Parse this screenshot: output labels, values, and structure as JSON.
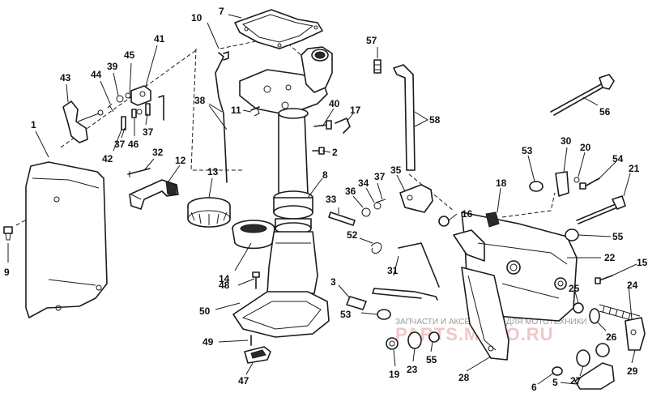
{
  "diagram": {
    "callouts": {
      "c1": "1",
      "c2": "2",
      "c3": "3",
      "c5": "5",
      "c6": "6",
      "c7": "7",
      "c8": "8",
      "c9": "9",
      "c10": "10",
      "c11": "11",
      "c12": "12",
      "c13": "13",
      "c14": "14",
      "c15": "15",
      "c16": "16",
      "c17": "17",
      "c18": "18",
      "c19": "19",
      "c20": "20",
      "c21": "21",
      "c22": "22",
      "c23": "23",
      "c24": "24",
      "c25": "25",
      "c26": "26",
      "c27": "27",
      "c28": "28",
      "c29": "29",
      "c30": "30",
      "c31": "31",
      "c32": "32",
      "c33": "33",
      "c34": "34",
      "c35": "35",
      "c36": "36",
      "c37a": "37",
      "c37b": "37",
      "c37c": "37",
      "c38": "38",
      "c39": "39",
      "c40": "40",
      "c41": "41",
      "c42": "42",
      "c43": "43",
      "c44": "44",
      "c45": "45",
      "c46": "46",
      "c47": "47",
      "c48": "48",
      "c49": "49",
      "c50": "50",
      "c52": "52",
      "c53a": "53",
      "c53b": "53",
      "c54": "54",
      "c55a": "55",
      "c55b": "55",
      "c56": "56",
      "c57": "57",
      "c58": "58"
    },
    "watermark": {
      "caption": "ЗАПЧАСТИ И АКСЕССУАРЫ ДЛЯ МОТОТЕХНИКИ",
      "logo": "PARTS.MOTO.RU"
    },
    "colors": {
      "line": "#1b1b1b",
      "background": "#ffffff",
      "watermark_logo": "#f0c7c7",
      "watermark_caption": "#9a9a9a"
    }
  }
}
